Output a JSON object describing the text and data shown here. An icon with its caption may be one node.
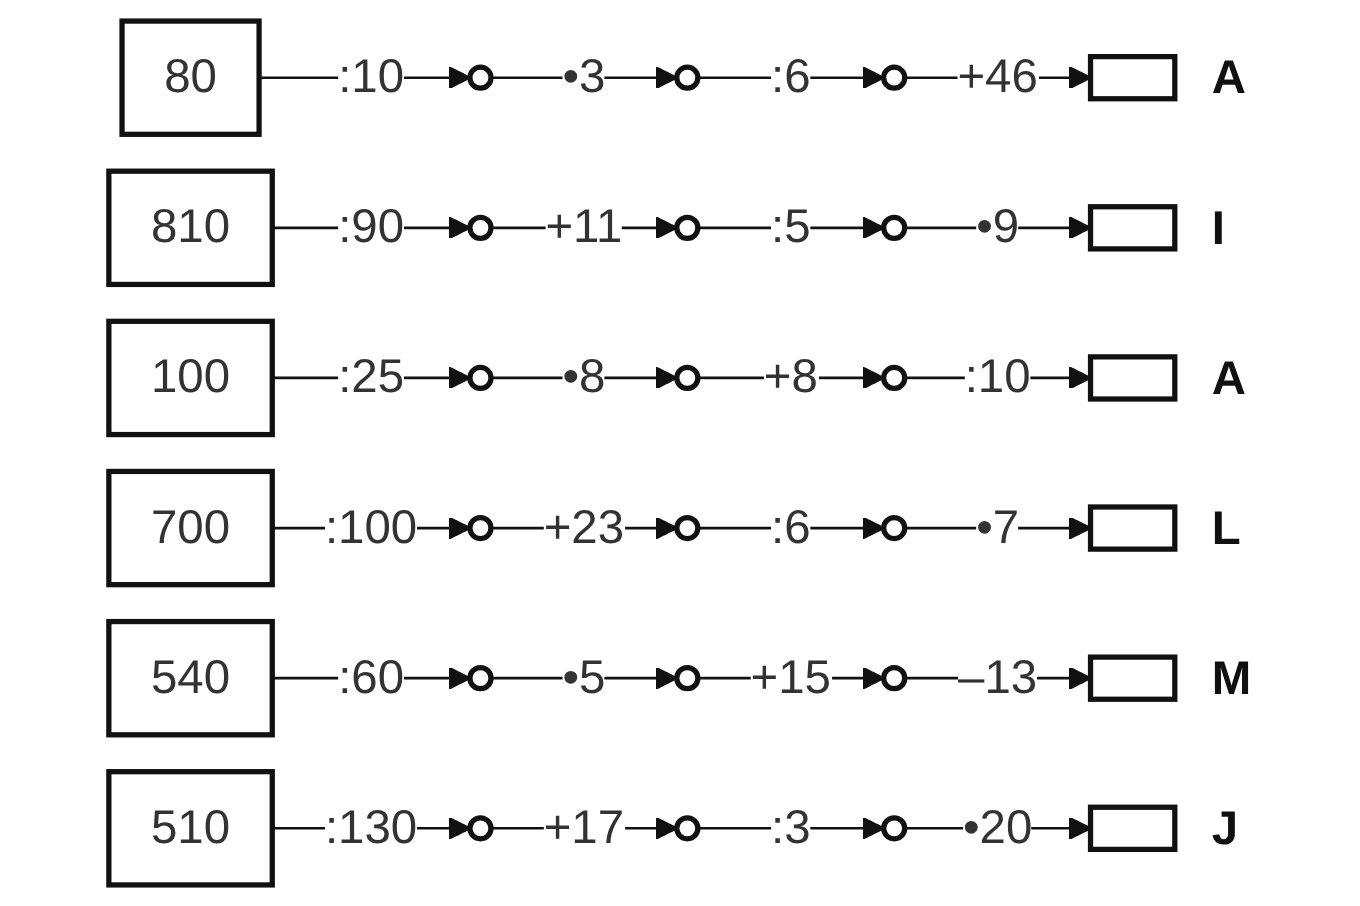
{
  "diagram": {
    "nodes": [
      {
        "text": [
          "80"
        ]
      },
      {
        "text": [],
        "shape": "circle"
      },
      {
        "text": [],
        "shape": "circle"
      },
      {
        "text": [],
        "shape": "circle"
      },
      {
        "text": [],
        "shape": "box",
        "beside": [
          "A"
        ]
      },
      {
        "text": [
          "810"
        ]
      },
      {
        "text": [],
        "shape": "circle"
      },
      {
        "text": [],
        "shape": "circle"
      },
      {
        "text": [],
        "shape": "circle"
      },
      {
        "text": [],
        "shape": "box",
        "beside": [
          "I"
        ]
      },
      {
        "text": [
          "100"
        ]
      },
      {
        "text": [],
        "shape": "circle"
      },
      {
        "text": [],
        "shape": "circle"
      },
      {
        "text": [],
        "shape": "circle"
      },
      {
        "text": [],
        "shape": "box",
        "beside": [
          "A"
        ]
      },
      {
        "text": [
          "700"
        ]
      },
      {
        "text": [],
        "shape": "circle"
      },
      {
        "text": [],
        "shape": "circle"
      },
      {
        "text": [],
        "shape": "circle"
      },
      {
        "text": [],
        "shape": "box",
        "beside": [
          "L"
        ]
      },
      {
        "text": [
          "540"
        ]
      },
      {
        "text": [],
        "shape": "circle"
      },
      {
        "text": [],
        "shape": "circle"
      },
      {
        "text": [],
        "shape": "circle"
      },
      {
        "text": [],
        "shape": "box",
        "beside": [
          "M"
        ]
      },
      {
        "text": [
          "510"
        ]
      },
      {
        "text": [],
        "shape": "circle"
      },
      {
        "text": [],
        "shape": "circle"
      },
      {
        "text": [],
        "shape": "circle"
      },
      {
        "text": [],
        "shape": "box",
        "beside": [
          "J"
        ]
      }
    ],
    "edges": [
      {
        "from": 0,
        "to": 1,
        "arrow": "to",
        "label": ":10"
      },
      {
        "from": 1,
        "to": 2,
        "arrow": "to",
        "label": "•3"
      },
      {
        "from": 2,
        "to": 3,
        "arrow": "to",
        "label": ":6"
      },
      {
        "from": 3,
        "to": 4,
        "arrow": "to",
        "label": "+46"
      },
      {
        "from": 5,
        "to": 6,
        "arrow": "to",
        "label": ":90"
      },
      {
        "from": 6,
        "to": 7,
        "arrow": "to",
        "label": "+11"
      },
      {
        "from": 7,
        "to": 8,
        "arrow": "to",
        "label": ":5"
      },
      {
        "from": 8,
        "to": 9,
        "arrow": "to",
        "label": "•9"
      },
      {
        "from": 10,
        "to": 11,
        "arrow": "to",
        "label": ":25"
      },
      {
        "from": 11,
        "to": 12,
        "arrow": "to",
        "label": "•8"
      },
      {
        "from": 12,
        "to": 13,
        "arrow": "to",
        "label": "+8"
      },
      {
        "from": 13,
        "to": 14,
        "arrow": "to",
        "label": ":10"
      },
      {
        "from": 15,
        "to": 16,
        "arrow": "to",
        "label": ":100"
      },
      {
        "from": 16,
        "to": 17,
        "arrow": "to",
        "label": "+23"
      },
      {
        "from": 17,
        "to": 18,
        "arrow": "to",
        "label": ":6"
      },
      {
        "from": 18,
        "to": 19,
        "arrow": "to",
        "label": "•7"
      },
      {
        "from": 20,
        "to": 21,
        "arrow": "to",
        "label": ":60"
      },
      {
        "from": 21,
        "to": 22,
        "arrow": "to",
        "label": "•5"
      },
      {
        "from": 22,
        "to": 23,
        "arrow": "to",
        "label": "+15"
      },
      {
        "from": 23,
        "to": 24,
        "arrow": "to",
        "label": "–13"
      },
      {
        "from": 25,
        "to": 26,
        "arrow": "to",
        "label": ":130"
      },
      {
        "from": 26,
        "to": 27,
        "arrow": "to",
        "label": "+17"
      },
      {
        "from": 27,
        "to": 28,
        "arrow": "to",
        "label": ":3"
      },
      {
        "from": 28,
        "to": 29,
        "arrow": "to",
        "label": "•20"
      }
    ]
  }
}
